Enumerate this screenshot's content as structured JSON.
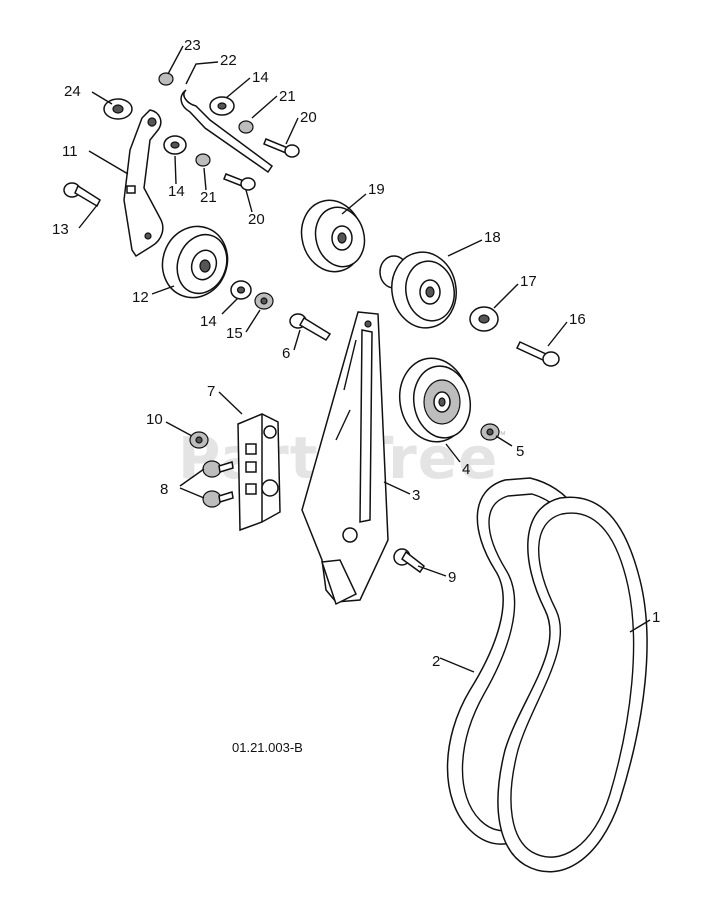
{
  "diagram": {
    "reference_code": "01.21.003-B",
    "watermark": "PartsTree",
    "callouts": [
      {
        "key": "c1",
        "label": "1"
      },
      {
        "key": "c2",
        "label": "2"
      },
      {
        "key": "c3",
        "label": "3"
      },
      {
        "key": "c4",
        "label": "4"
      },
      {
        "key": "c5",
        "label": "5"
      },
      {
        "key": "c6",
        "label": "6"
      },
      {
        "key": "c7",
        "label": "7"
      },
      {
        "key": "c8",
        "label": "8"
      },
      {
        "key": "c9",
        "label": "9"
      },
      {
        "key": "c10",
        "label": "10"
      },
      {
        "key": "c11",
        "label": "11"
      },
      {
        "key": "c12",
        "label": "12"
      },
      {
        "key": "c13",
        "label": "13"
      },
      {
        "key": "c14a",
        "label": "14"
      },
      {
        "key": "c14b",
        "label": "14"
      },
      {
        "key": "c14c",
        "label": "14"
      },
      {
        "key": "c15",
        "label": "15"
      },
      {
        "key": "c16",
        "label": "16"
      },
      {
        "key": "c17",
        "label": "17"
      },
      {
        "key": "c18",
        "label": "18"
      },
      {
        "key": "c19",
        "label": "19"
      },
      {
        "key": "c20a",
        "label": "20"
      },
      {
        "key": "c20b",
        "label": "20"
      },
      {
        "key": "c21a",
        "label": "21"
      },
      {
        "key": "c21b",
        "label": "21"
      },
      {
        "key": "c22",
        "label": "22"
      },
      {
        "key": "c23",
        "label": "23"
      },
      {
        "key": "c24",
        "label": "24"
      }
    ]
  }
}
